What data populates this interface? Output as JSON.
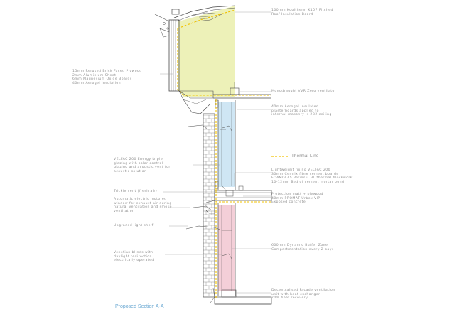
{
  "caption": "Proposed Section A-A",
  "legend": {
    "thermal_line": "Thermal Line",
    "thermal_color": "#f2c200"
  },
  "colors": {
    "roof_fill": "#edf1b8",
    "glazing_fill": "#cfe6f4",
    "buffer_fill": "#f4cfd8",
    "linework": "#4a4a4a",
    "annotation": "#8f8f8f",
    "caption": "#6aa8d2"
  },
  "labels": {
    "roof_insulation": [
      "100mm Kooltherm K107 Pitched",
      "Roof Insulation Board"
    ],
    "monodraught": [
      "Monodraught VVR Zero ventilator"
    ],
    "parapet": [
      "15mm Rerused Brick Faced Plywood",
      "2mm Aluminium Sheet",
      "6mm Magnesium Oxide Boards",
      "40mm Aerogel Insulation"
    ],
    "aerogel_plaster": [
      "40mm Aerogel insulated",
      "plasterboards applied to",
      "internal masonry + 2B2 ceiling"
    ],
    "velfac_glazing": [
      "VELFAC 200 Energy triple",
      "glazing with solar control",
      "glazing and acoustic vent for",
      "acoustic solution"
    ],
    "lightweight_fixing": [
      "Lightweight fixing VELFAC 200",
      "30mm Cemfix fibre cement boards",
      "FOAMGLAS Perinsul HL thermal blockwork",
      "10-12mm Bed of cement mortar bond"
    ],
    "trickle_vent": [
      "Trickle vent (fresh air)"
    ],
    "protection_mat": [
      "Protection matt + plywood",
      "40mm PROMAT Urbex VIP",
      "Exposed concrete"
    ],
    "automatic_window": [
      "Automatic electric motored",
      "window for exhaust air during",
      "natural ventilation and smoke",
      "ventilation"
    ],
    "light_shelf": [
      "Upgraded light shelf"
    ],
    "buffer_zone": [
      "600mm Dynamic Buffer Zone",
      "Compartmentation every 2 bays"
    ],
    "venetian_blinds": [
      "Venetian blinds with",
      "daylight redirection",
      "electrically operated"
    ],
    "decentralised_vent": [
      "Decentralised Facade ventilation",
      "unit with heat exchanger",
      "70% heat recovery"
    ]
  }
}
